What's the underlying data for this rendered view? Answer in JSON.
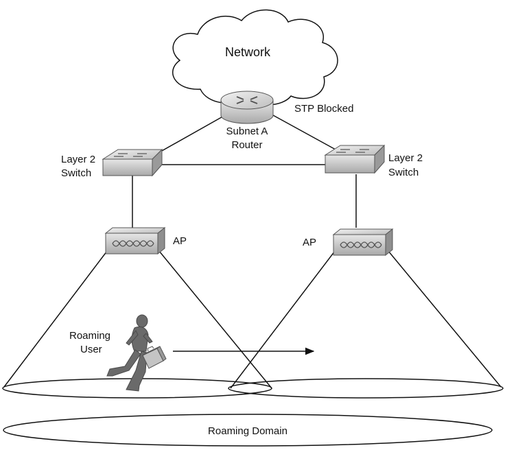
{
  "network": {
    "label": "Network"
  },
  "router": {
    "label_line1": "Subnet A",
    "label_line2": "Router",
    "note": "STP Blocked"
  },
  "switch_left": {
    "label_line1": "Layer 2",
    "label_line2": "Switch"
  },
  "switch_right": {
    "label_line1": "Layer 2",
    "label_line2": "Switch"
  },
  "ap_left": {
    "label": "AP"
  },
  "ap_right": {
    "label": "AP"
  },
  "user": {
    "label_line1": "Roaming",
    "label_line2": "User"
  },
  "domain": {
    "label": "Roaming Domain"
  },
  "colors": {
    "device_body": "#c8c8c8",
    "device_dark": "#8a8a8a",
    "user_figure": "#6a6a6a"
  }
}
